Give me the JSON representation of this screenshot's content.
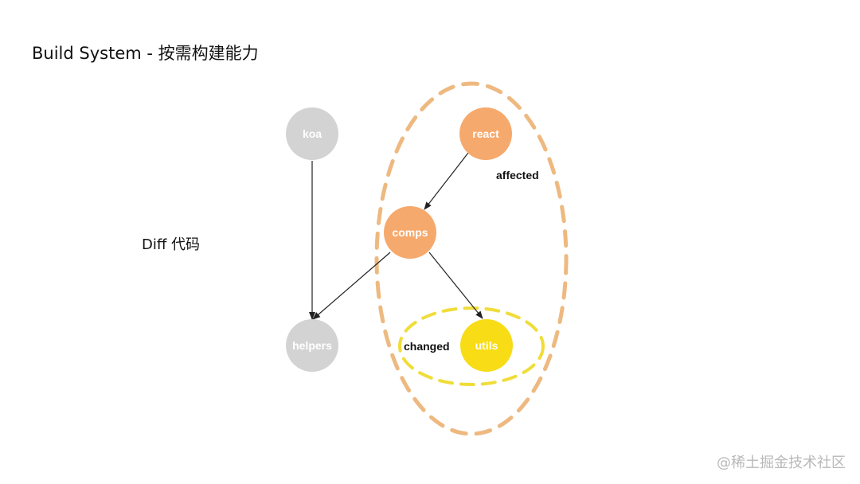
{
  "title": "Build System - 按需构建能力",
  "side_label": "Diff 代码",
  "watermark": "@稀土掘金技术社区",
  "colors": {
    "unaffected_node": "#d3d3d3",
    "affected_node": "#f6a96c",
    "changed_node": "#f7dc16",
    "affected_boundary": "#eeb980",
    "changed_boundary": "#f0dd3a",
    "edge": "#222222"
  },
  "nodes": {
    "koa": "koa",
    "react": "react",
    "comps": "comps",
    "helpers": "helpers",
    "utils": "utils"
  },
  "groups": {
    "affected": "affected",
    "changed": "changed"
  },
  "edges": [
    {
      "from": "koa",
      "to": "helpers"
    },
    {
      "from": "react",
      "to": "comps"
    },
    {
      "from": "comps",
      "to": "helpers"
    },
    {
      "from": "comps",
      "to": "utils"
    }
  ]
}
